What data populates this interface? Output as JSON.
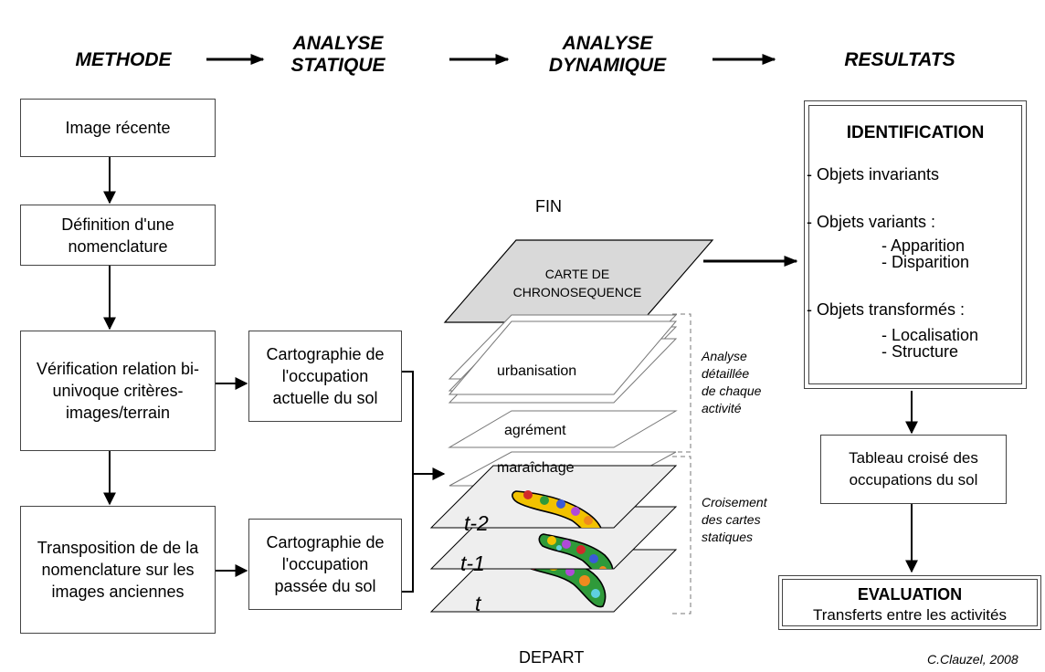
{
  "headers": {
    "methode": "METHODE",
    "analyse_statique": "ANALYSE\nSTATIQUE",
    "analyse_dynamique": "ANALYSE\nDYNAMIQUE",
    "resultats": "RESULTATS"
  },
  "methode_boxes": {
    "image_recente": "Image récente",
    "definition": "Définition d'une nomenclature",
    "verification": "Vérification relation bi-univoque critères-images/terrain",
    "transposition": "Transposition de de la nomenclature sur les images anciennes"
  },
  "statique_boxes": {
    "actuelle": "Cartographie de l'occupation actuelle du sol",
    "passee": "Cartographie de l'occupation passée du sol"
  },
  "dynamique": {
    "fin": "FIN",
    "depart": "DEPART",
    "carte_title": "CARTE DE\nCHRONOSEQUENCE",
    "layers": {
      "urbanisation": "urbanisation",
      "agrement": "agrément",
      "maraichage": "maraîchage",
      "t2": "t-2",
      "t1": "t-1",
      "t": "t"
    },
    "notes": {
      "analyse_detaillee": "Analyse\ndétaillée\nde chaque\nactivité",
      "croisement": "Croisement\ndes cartes\nstatiques"
    }
  },
  "resultats": {
    "identification": {
      "title": "IDENTIFICATION",
      "invariants": "- Objets invariants",
      "variants": "- Objets variants :",
      "apparition": "- Apparition",
      "disparition": "- Disparition",
      "transformes": "- Objets transformés :",
      "localisation": "- Localisation",
      "structure": "- Structure"
    },
    "tableau": "Tableau croisé des occupations du sol",
    "evaluation": {
      "title": "EVALUATION",
      "subtitle": "Transferts entre les activités"
    }
  },
  "credit": "C.Clauzel, 2008",
  "colors": {
    "map_layer_fill": "#d9d9d9",
    "map_patch_colors": [
      "#f2c200",
      "#2f9a3a",
      "#d22a2a",
      "#3a5ad8",
      "#b04ad8",
      "#f08a1e",
      "#5fd0e0",
      "#8cc63f"
    ]
  }
}
